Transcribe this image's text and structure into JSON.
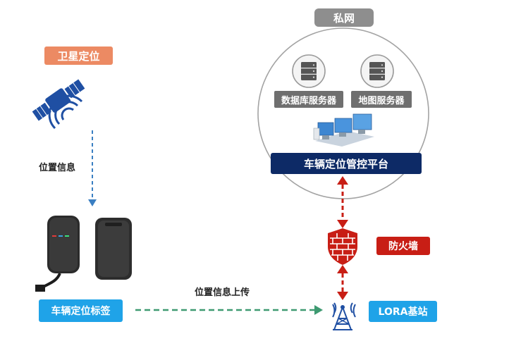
{
  "satellite": {
    "tag": "卫星定位",
    "tag_color": "#ec8a63"
  },
  "arrow_label_location": "位置信息",
  "device": {
    "tag": "车辆定位标签",
    "tag_color": "#1fa3e8"
  },
  "arrow_label_upload": "位置信息上传",
  "base_station": {
    "tag": "LORA基站",
    "tag_color": "#1fa3e8"
  },
  "firewall": {
    "tag": "防火墙",
    "tag_color": "#c81e15"
  },
  "private_network": {
    "title": "私网",
    "title_color": "#8e8e8e",
    "db_server": "数据库服务器",
    "map_server": "地图服务器",
    "server_label_color": "#6f6f6f",
    "platform": "车辆定位管控平台",
    "platform_color": "#0d2a66"
  },
  "colors": {
    "blue_arrow": "#3a7fc2",
    "green_arrow": "#3e9a71",
    "red_arrow": "#c81e15"
  }
}
